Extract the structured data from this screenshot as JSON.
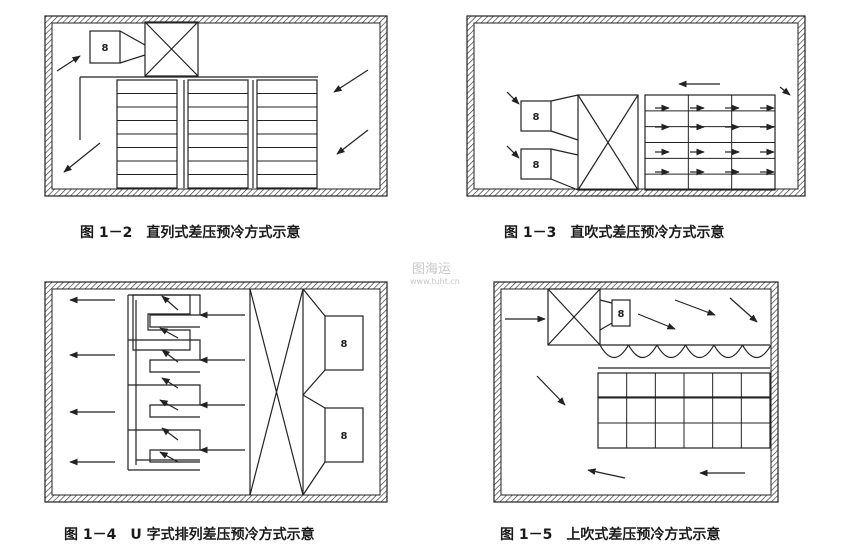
{
  "figures": [
    {
      "id": "fig-1-2",
      "caption": "图 1－2　直列式差压预冷方式示意"
    },
    {
      "id": "fig-1-3",
      "caption": "图 1－3　直吹式差压预冷方式示意"
    },
    {
      "id": "fig-1-4",
      "caption": "图 1－4　U 字式排列差压预冷方式示意"
    },
    {
      "id": "fig-1-5",
      "caption": "图 1－5　上吹式差压预冷方式示意"
    }
  ],
  "fan_symbol": "8",
  "watermark": {
    "line1": "图海运",
    "line2": "www.tuht.cn"
  }
}
